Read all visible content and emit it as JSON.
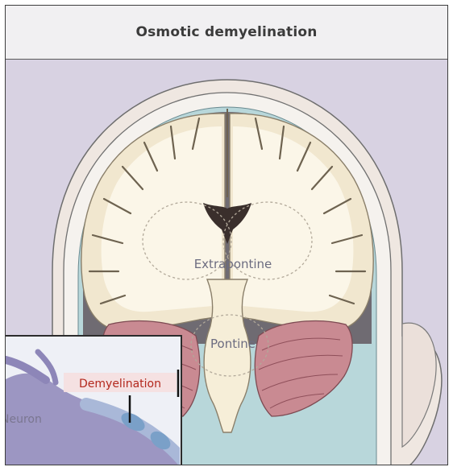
{
  "title": "Osmotic demyelination",
  "regions": {
    "extrapontine": "Extrapontine",
    "pontine": "Pontine"
  },
  "inset": {
    "neuron_label": "Neuron",
    "demyelination_label": "Demyelination"
  },
  "colors": {
    "panel_background": "#d8d2e2",
    "title_background": "#f1f0f2",
    "brain_white_matter": "#f6efdc",
    "cerebellum": "#c98a92",
    "skull": "#f3efea",
    "csf": "#a9cfd3",
    "neuron": "#8d86b8",
    "demyelination_text": "#b3281d"
  }
}
